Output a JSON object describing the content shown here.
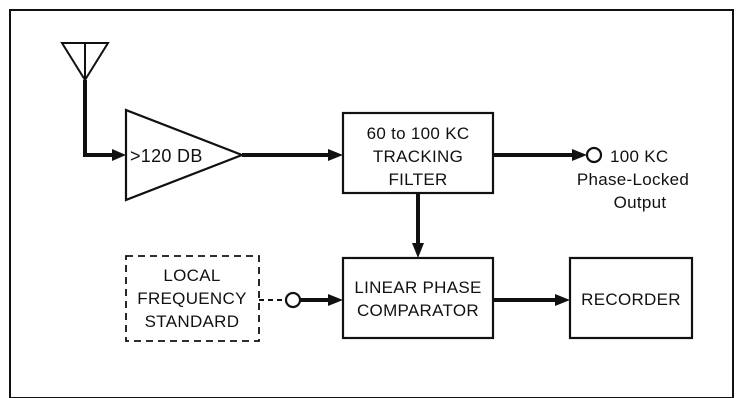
{
  "amplifier": {
    "label": ">120 DB"
  },
  "tracking_filter": {
    "lines": [
      "60 to 100 KC",
      "TRACKING",
      "FILTER"
    ]
  },
  "output": {
    "lines": [
      "100 KC",
      "Phase-Locked",
      "Output"
    ]
  },
  "local_standard": {
    "lines": [
      "LOCAL",
      "FREQUENCY",
      "STANDARD"
    ]
  },
  "comparator": {
    "lines": [
      "LINEAR PHASE",
      "COMPARATOR"
    ]
  },
  "recorder": {
    "label": "RECORDER"
  }
}
